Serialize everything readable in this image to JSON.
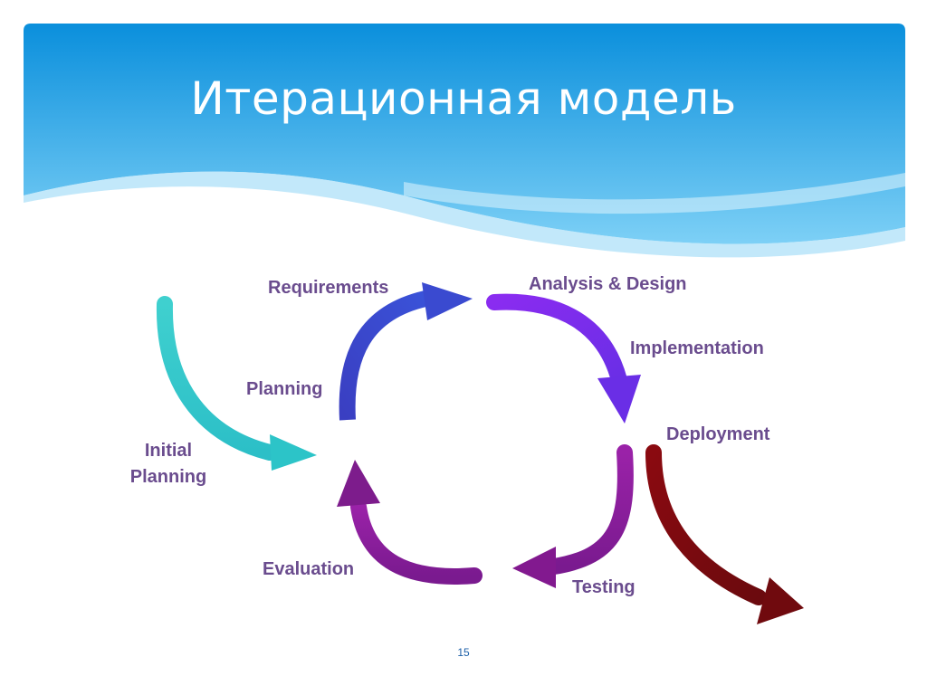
{
  "slide": {
    "title": "Итерационная модель",
    "page_number": "15"
  },
  "diagram": {
    "labels": {
      "initial_planning_1": "Initial",
      "initial_planning_2": "Planning",
      "planning": "Planning",
      "requirements": "Requirements",
      "analysis_design": "Analysis & Design",
      "implementation": "Implementation",
      "deployment": "Deployment",
      "testing": "Testing",
      "evaluation": "Evaluation"
    }
  },
  "colors": {
    "header_top": "#0a8fdc",
    "header_bottom": "#6fcaf5",
    "label": "#6a4c8e",
    "initial_arrow": "#35c9c6",
    "planning_arrow": "#3845c8",
    "analysis_arrow": "#7b2ff0",
    "testing_arrow": "#8a1d9a",
    "evaluation_arrow": "#7d1c8c",
    "deployment_arrow": "#7a0b10"
  }
}
